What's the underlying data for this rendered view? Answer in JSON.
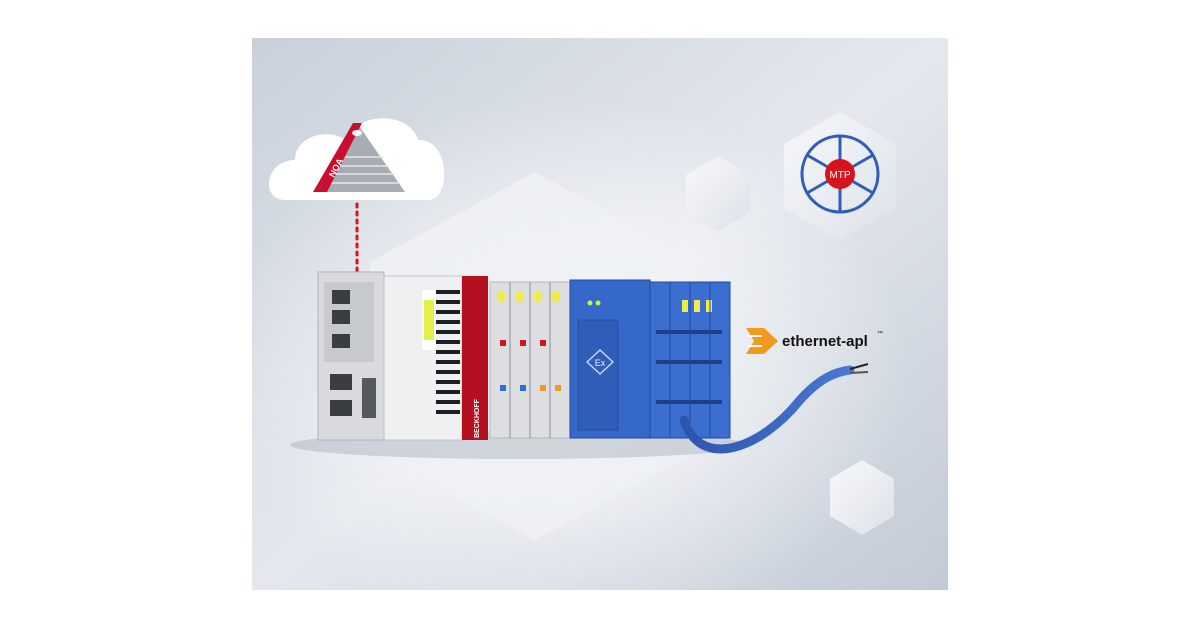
{
  "cloud": {
    "label": "NOA"
  },
  "mtp": {
    "label": "MTP"
  },
  "apl": {
    "label": "ethernet-apl",
    "tm": "™"
  },
  "devices": {
    "brand": "BECKHOFF",
    "ex_mark": "Ex"
  },
  "colors": {
    "red": "#c8102e",
    "blue": "#2f5db8",
    "orange": "#f29a1f",
    "bg": "#d3d9e2"
  }
}
